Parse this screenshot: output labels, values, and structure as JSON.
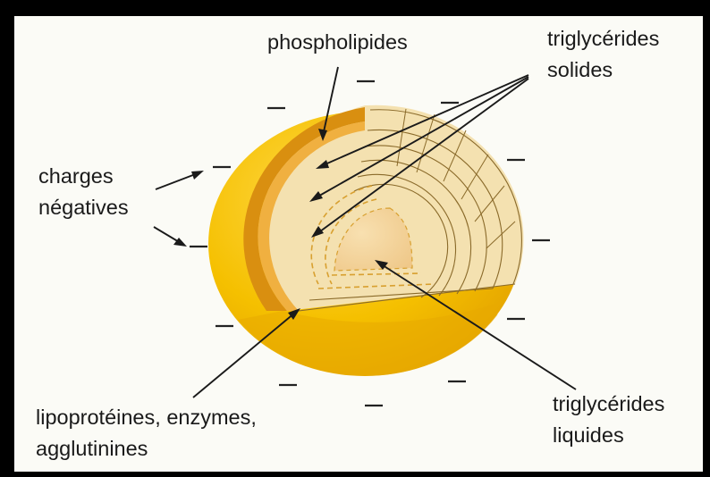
{
  "labels": {
    "phospholipids": "phospholipides",
    "solid_trig_1": "triglycérides",
    "solid_trig_2": "solides",
    "charges_1": "charges",
    "charges_2": "négatives",
    "lipo_1": "lipoprotéines, enzymes,",
    "lipo_2": "agglutinines",
    "liquid_trig_1": "triglycérides",
    "liquid_trig_2": "liquides"
  },
  "colors": {
    "background": "#fbfbf6",
    "sphere_outer": "#f5c000",
    "sphere_shadow": "#e8a900",
    "phospholipid_band": "#d98f10",
    "layers": "#f7dfa6",
    "core": "#f3d39a",
    "lines": "#1a1a1a"
  }
}
